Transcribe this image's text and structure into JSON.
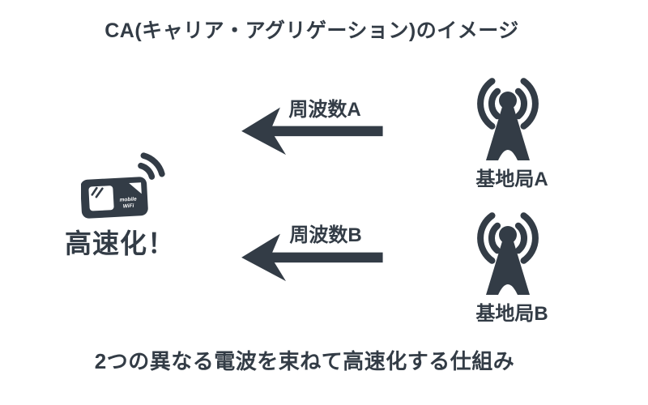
{
  "colors": {
    "ink": "#333c46",
    "bg": "#ffffff"
  },
  "title": "CA(キャリア・アグリゲーション)のイメージ",
  "footer": "2つの異なる電波を束ねて高速化する仕組み",
  "device": {
    "caption": "高速化！",
    "brand_line1": "mobile",
    "brand_line2": "WiFi"
  },
  "links": [
    {
      "frequency": "周波数A",
      "station": "基地局A"
    },
    {
      "frequency": "周波数B",
      "station": "基地局B"
    }
  ]
}
